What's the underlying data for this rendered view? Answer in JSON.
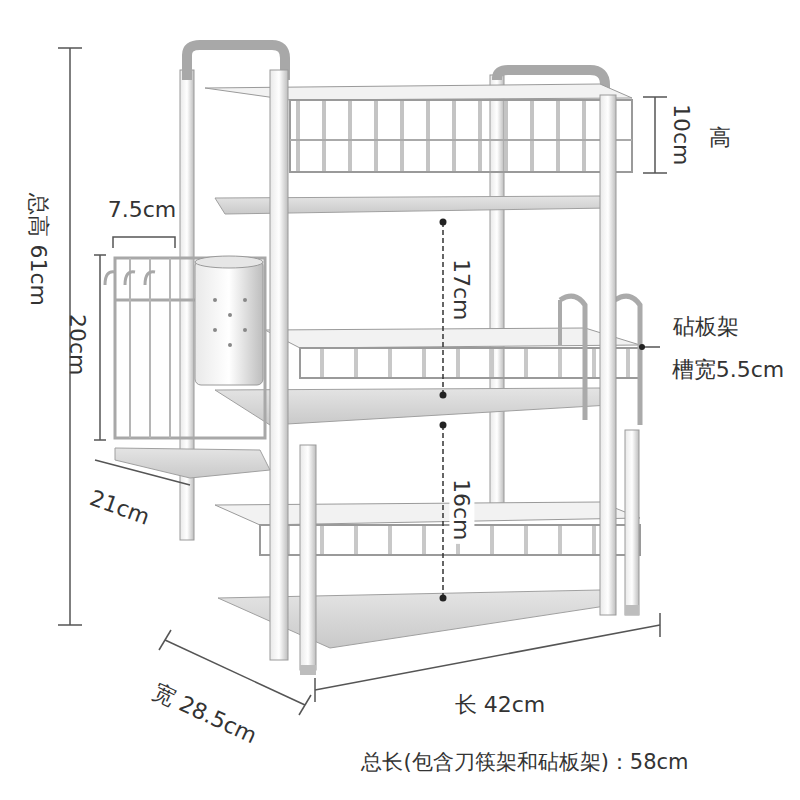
{
  "diagram": {
    "labels": [
      "10cm",
      "高",
      "7.5cm",
      "总高 61cm",
      "20cm",
      "17cm",
      "砧板架",
      "槽宽5.5cm",
      "16cm",
      "21cm",
      "宽 28.5cm",
      "长 42cm",
      "总长(包含刀筷架和砧板架)：58cm"
    ]
  }
}
